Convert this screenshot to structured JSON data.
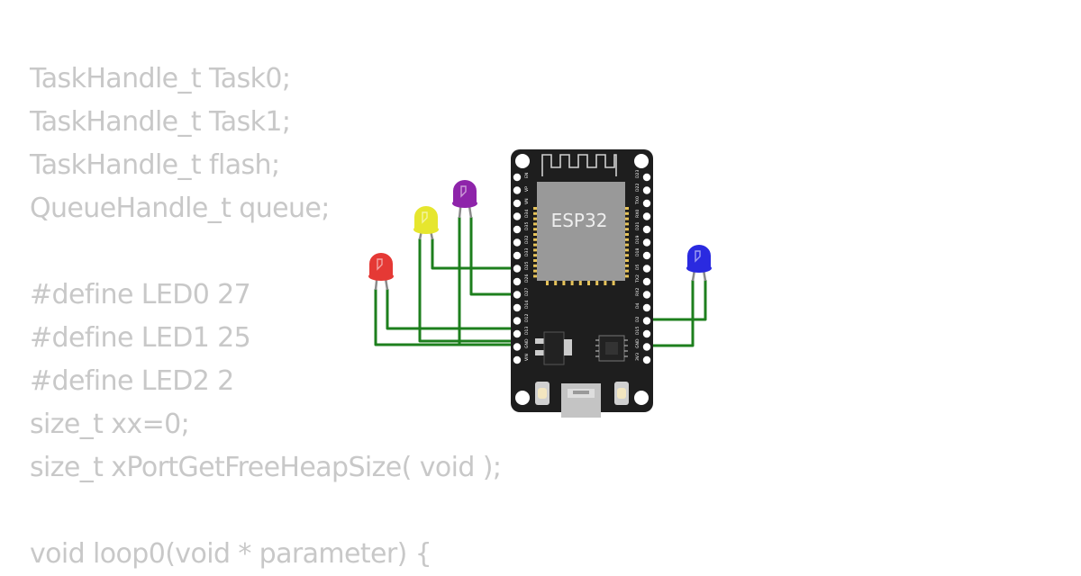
{
  "code_lines": [
    "TaskHandle_t Task0;",
    "TaskHandle_t Task1;",
    "TaskHandle_t flash;",
    "QueueHandle_t queue;",
    "",
    "#define LED0 27",
    "#define LED1 25",
    "#define LED2 2",
    "size_t xx=0;",
    "size_t xPortGetFreeHeapSize( void );",
    "",
    "void loop0(void * parameter) {"
  ],
  "board": {
    "chip_label": "ESP32",
    "left_pins": [
      "EN",
      "VP",
      "VN",
      "D34",
      "D35",
      "D32",
      "D33",
      "D25",
      "D26",
      "D27",
      "D14",
      "D12",
      "D13",
      "GND",
      "VIN"
    ],
    "right_pins": [
      "D23",
      "D22",
      "TX0",
      "RX0",
      "D21",
      "D19",
      "D18",
      "D5",
      "TX2",
      "RX2",
      "D4",
      "D2",
      "D15",
      "GND",
      "3V3"
    ],
    "board_color": "#1e1e1e",
    "chip_color": "#999999",
    "pad_color": "#e6c35a"
  },
  "leds": [
    {
      "name": "red",
      "color": "#e53935"
    },
    {
      "name": "yellow",
      "color": "#e6e62e"
    },
    {
      "name": "purple",
      "color": "#8e24aa"
    },
    {
      "name": "blue",
      "color": "#2a2ae0"
    }
  ],
  "wire_color": "#1d7f1d",
  "code_color": "#c8c8c8"
}
